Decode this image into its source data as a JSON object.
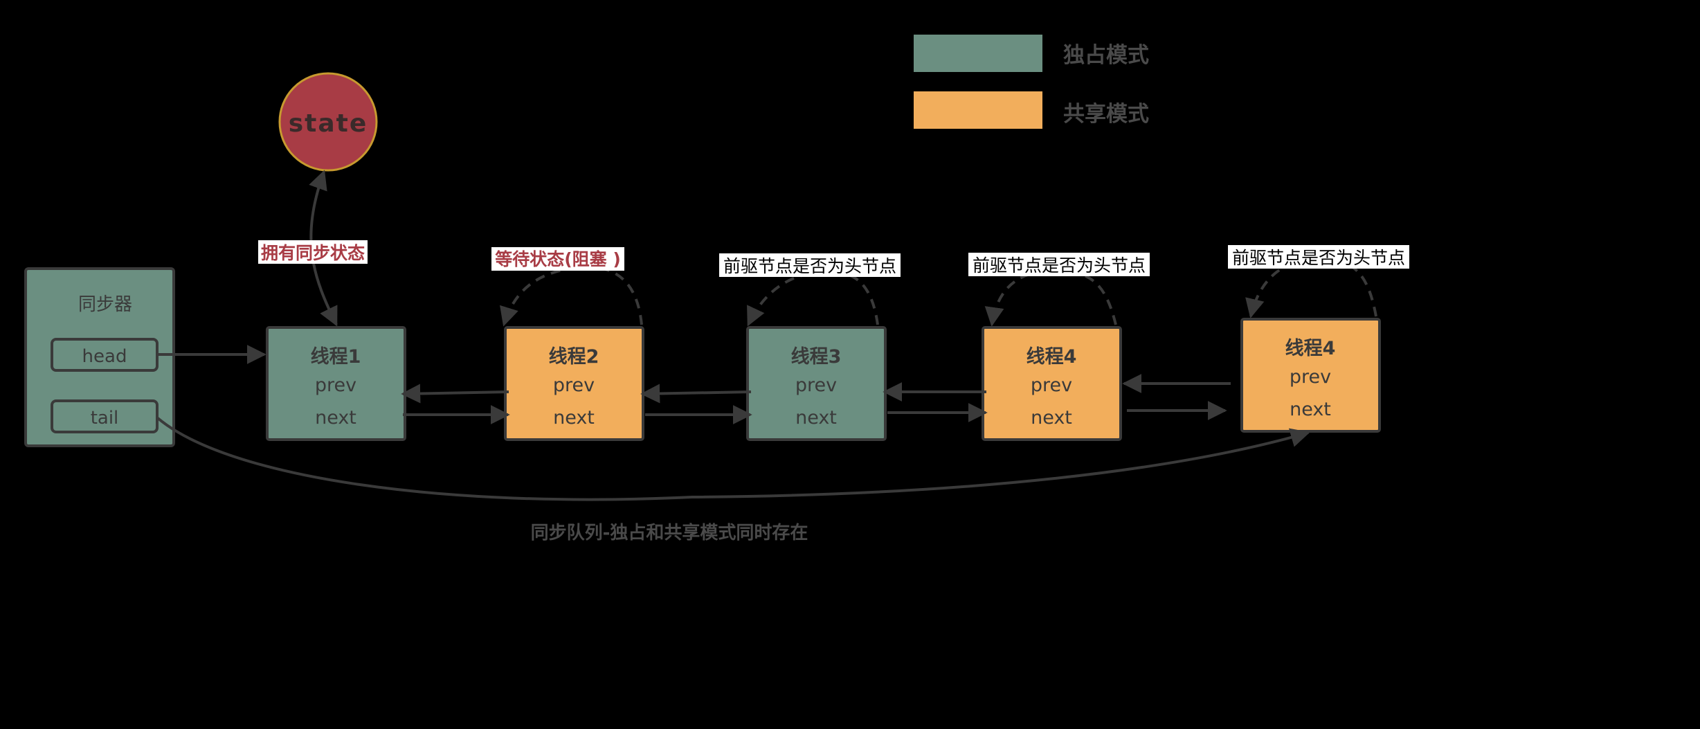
{
  "legend": {
    "items": [
      {
        "label": "独占模式",
        "color": "#6b8f81"
      },
      {
        "label": "共享模式",
        "color": "#f2ae5c"
      }
    ]
  },
  "state": {
    "label": "state",
    "fill": "#a83c45",
    "border": "#c79a2f"
  },
  "synchronizer": {
    "title": "同步器",
    "head_label": "head",
    "tail_label": "tail"
  },
  "nodes": [
    {
      "name": "线程1",
      "prev": "prev",
      "next": "next",
      "mode": "exclusive"
    },
    {
      "name": "线程2",
      "prev": "prev",
      "next": "next",
      "mode": "shared"
    },
    {
      "name": "线程3",
      "prev": "prev",
      "next": "next",
      "mode": "exclusive"
    },
    {
      "name": "线程4",
      "prev": "prev",
      "next": "next",
      "mode": "shared"
    },
    {
      "name": "线程4",
      "prev": "prev",
      "next": "next",
      "mode": "shared"
    }
  ],
  "annotations": {
    "has_state": "拥有同步状态",
    "waiting": "等待状态(阻塞 )",
    "check_head_1": "前驱节点是否为头节点",
    "check_head_2": "前驱节点是否为头节点",
    "check_head_3": "前驱节点是否为头节点"
  },
  "caption": "同步队列-独占和共享模式同时存在",
  "colors": {
    "exclusive": "#6b8f81",
    "shared": "#f2ae5c",
    "border": "#3a3a3a",
    "arrow": "#3a3a3a",
    "annotation_red": "#a83c45",
    "caption": "#4a4a4a"
  }
}
